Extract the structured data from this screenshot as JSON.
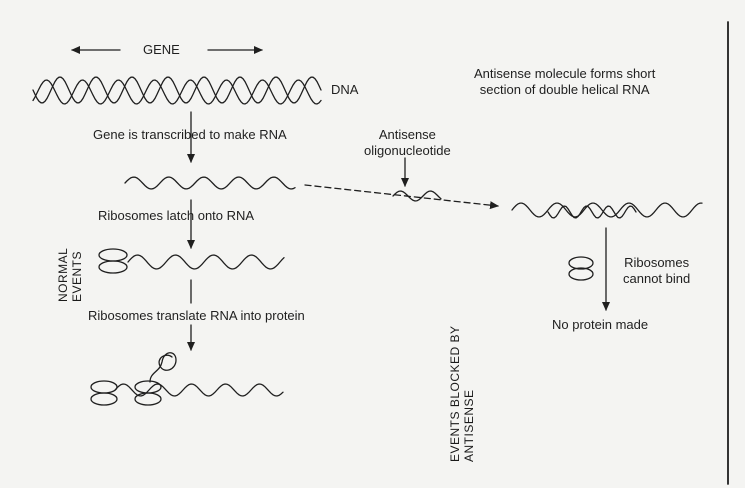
{
  "labels": {
    "gene": "GENE",
    "dna": "DNA",
    "transcribed": "Gene is transcribed  to make RNA",
    "latch": "Ribosomes latch onto RNA",
    "translate": "Ribosomes translate RNA into protein",
    "normal_events": [
      "NORMAL",
      "EVENTS"
    ],
    "antisense_oligo": [
      "Antisense",
      "oligonucleotide"
    ],
    "antisense_forms": [
      "Antisense molecule forms short",
      "section of double helical RNA"
    ],
    "cannot_bind": [
      "Ribosomes",
      "cannot bind"
    ],
    "no_protein": "No protein made",
    "events_blocked": [
      "EVENTS BLOCKED BY",
      "ANTISENSE"
    ]
  },
  "colors": {
    "ink": "#1f1f1f",
    "paper": "#f4f4f2"
  }
}
